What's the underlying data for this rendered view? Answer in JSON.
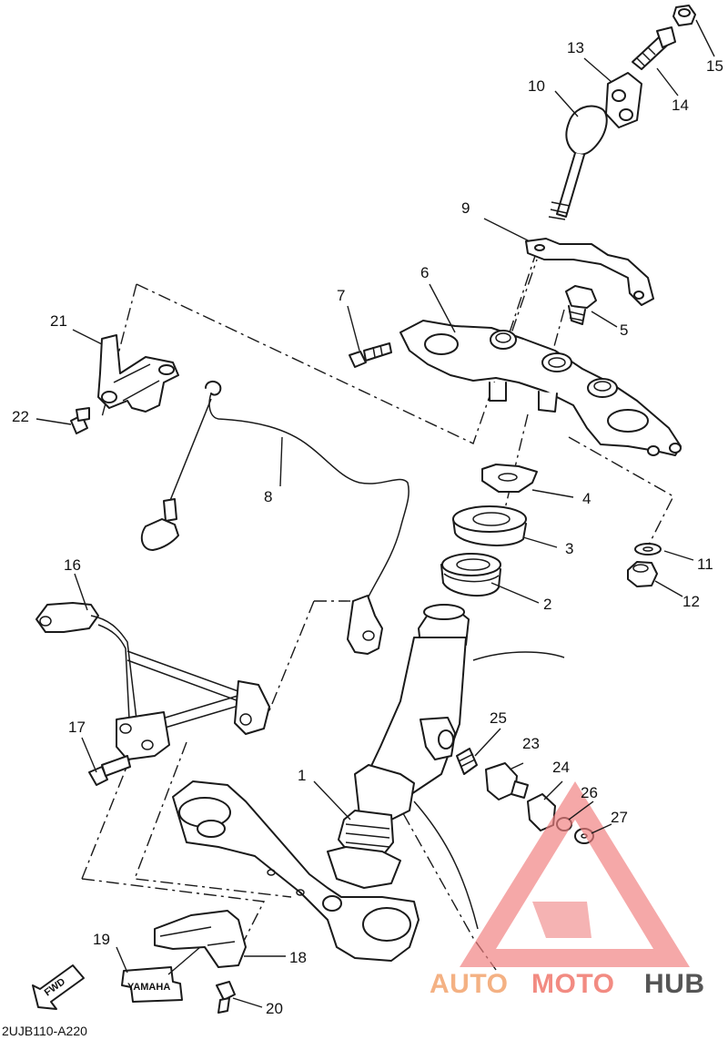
{
  "diagram": {
    "code": "2UJB110-A220",
    "callouts": [
      "1",
      "2",
      "3",
      "4",
      "5",
      "6",
      "7",
      "8",
      "9",
      "10",
      "11",
      "12",
      "13",
      "14",
      "15",
      "16",
      "17",
      "18",
      "19",
      "20",
      "21",
      "22",
      "23",
      "24",
      "25",
      "26",
      "27"
    ],
    "tags": {
      "fwd": "FWD",
      "label": "YAMAHA"
    }
  },
  "watermark": {
    "part1": "AUTO",
    "part2": "MOTO",
    "part3": "HUB",
    "colors": {
      "auto": "#f4b183",
      "moto": "#f28b82",
      "hub": "#555555",
      "logo": "#f08080"
    }
  }
}
